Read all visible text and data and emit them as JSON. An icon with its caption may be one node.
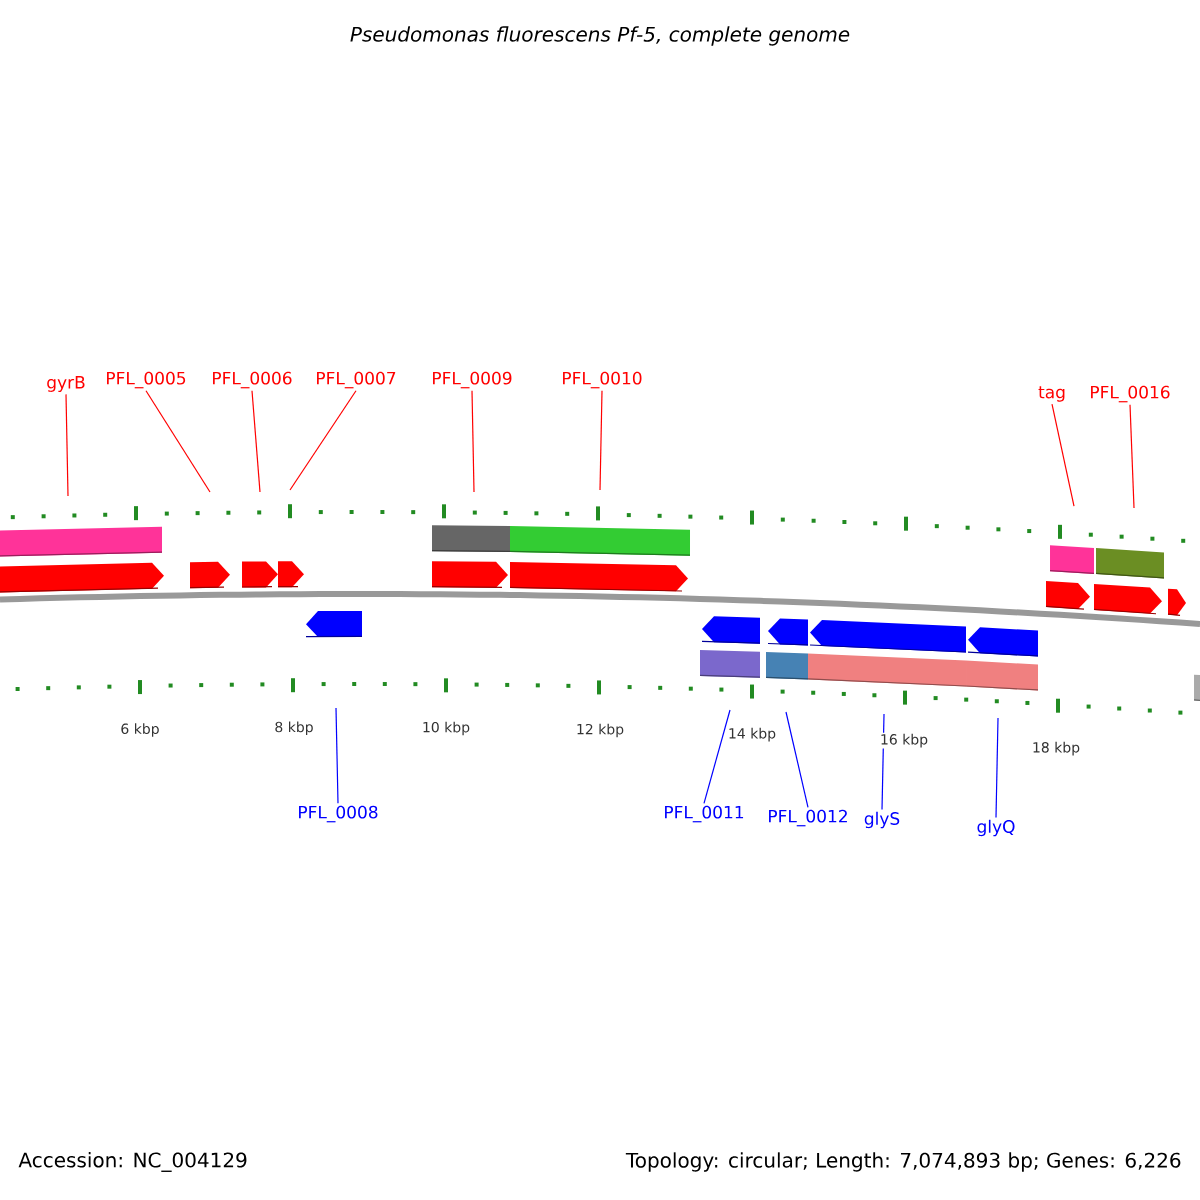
{
  "diagram": {
    "title": "Pseudomonas fluorescens Pf-5, complete genome",
    "nodes": [
      {
        "text": [
          "gyrB"
        ]
      },
      {
        "text": [
          "PFL_0005"
        ]
      },
      {
        "text": [
          "PFL_0006"
        ]
      },
      {
        "text": [
          "PFL_0007"
        ]
      },
      {
        "text": [
          "PFL_0009"
        ]
      },
      {
        "text": [
          "PFL_0010"
        ]
      },
      {
        "text": [
          "tag"
        ]
      },
      {
        "text": [
          "PFL_0016"
        ]
      },
      {
        "text": [
          "PFL_0008"
        ]
      },
      {
        "text": [
          "PFL_0011"
        ]
      },
      {
        "text": [
          "PFL_0012"
        ]
      },
      {
        "text": [
          "glyS"
        ]
      },
      {
        "text": [
          "glyQ"
        ]
      }
    ],
    "edges": [
      {
        "from": 0,
        "to": null,
        "arrow": "none"
      },
      {
        "from": 1,
        "to": null,
        "arrow": "none"
      },
      {
        "from": 2,
        "to": null,
        "arrow": "none"
      },
      {
        "from": 3,
        "to": null,
        "arrow": "none"
      },
      {
        "from": 4,
        "to": null,
        "arrow": "none"
      },
      {
        "from": 5,
        "to": null,
        "arrow": "none"
      },
      {
        "from": 6,
        "to": null,
        "arrow": "none"
      },
      {
        "from": 7,
        "to": null,
        "arrow": "none"
      },
      {
        "from": 8,
        "to": null,
        "arrow": "none",
        "color": "#0000ff"
      },
      {
        "from": 9,
        "to": null,
        "arrow": "none",
        "color": "#0000ff"
      },
      {
        "from": 10,
        "to": null,
        "arrow": "none",
        "color": "#0000ff"
      },
      {
        "from": 11,
        "to": null,
        "arrow": "none",
        "color": "#0000ff"
      },
      {
        "from": 12,
        "to": null,
        "arrow": "none",
        "color": "#0000ff"
      }
    ],
    "labels": [
      "6 kbp",
      "8 kbp",
      "10 kbp",
      "12 kbp",
      "14 kbp",
      "16 kbp",
      "18 kbp",
      "Accession: NC_004129",
      "Topology: circular; Length: 7,074,893 bp; Genes: 6,226"
    ]
  }
}
